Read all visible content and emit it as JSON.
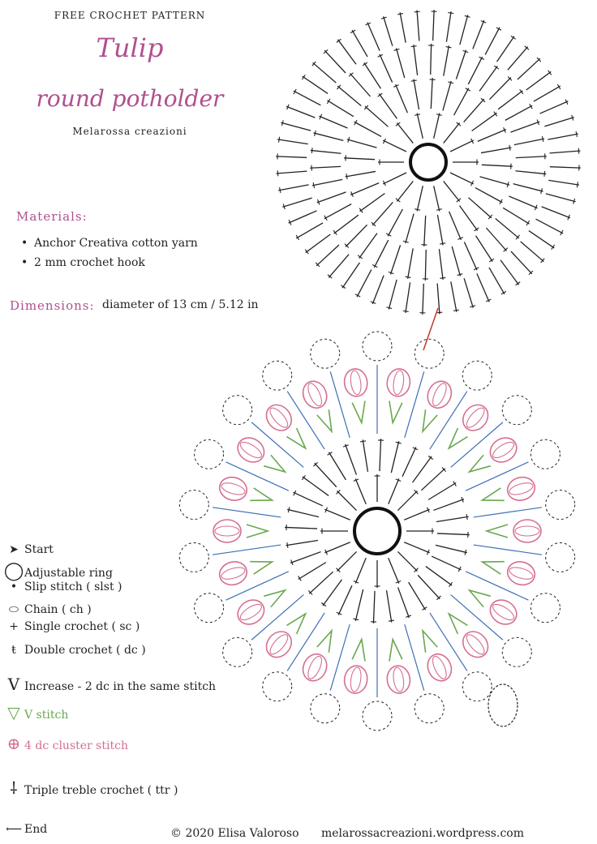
{
  "header": {
    "kicker": "FREE CROCHET PATTERN",
    "title": "Tulip",
    "subtitle": "round potholder",
    "brand": "Melarossa creazioni"
  },
  "materials": {
    "heading": "Materials:",
    "items": [
      "Anchor Creativa cotton yarn",
      "2 mm crochet hook"
    ]
  },
  "dimensions": {
    "heading": "Dimensions:",
    "value": "diameter of 13 cm / 5.12 in"
  },
  "legend": {
    "items": [
      {
        "icon": "start-arrow-icon",
        "label": "Start"
      },
      {
        "icon": "adjustable-ring-icon",
        "label": "Adjustable ring"
      },
      {
        "icon": "slip-stitch-icon",
        "label": "Slip stitch ( slst )"
      },
      {
        "icon": "chain-icon",
        "label": "Chain ( ch )"
      },
      {
        "icon": "single-crochet-icon",
        "label": "Single crochet ( sc )"
      },
      {
        "icon": "double-crochet-icon",
        "label": "Double crochet ( dc )"
      },
      {
        "icon": "increase-icon",
        "label": "Increase - 2 dc in the same stitch"
      },
      {
        "icon": "v-stitch-icon",
        "label": "V stitch"
      },
      {
        "icon": "cluster-stitch-icon",
        "label": "4 dc cluster stitch"
      },
      {
        "icon": "triple-treble-icon",
        "label": "Triple treble crochet ( ttr )"
      },
      {
        "icon": "end-arrow-icon",
        "label": "End"
      }
    ]
  },
  "footer": {
    "copyright": "© 2020 Elisa Valoroso",
    "website": "melarossacreazioni.wordpress.com"
  },
  "colors": {
    "accent_pink": "#b0508f",
    "cluster_pink": "#d4708f",
    "vstitch_green": "#6aa84f",
    "blue": "#3d6fb5",
    "ink": "#222222"
  }
}
